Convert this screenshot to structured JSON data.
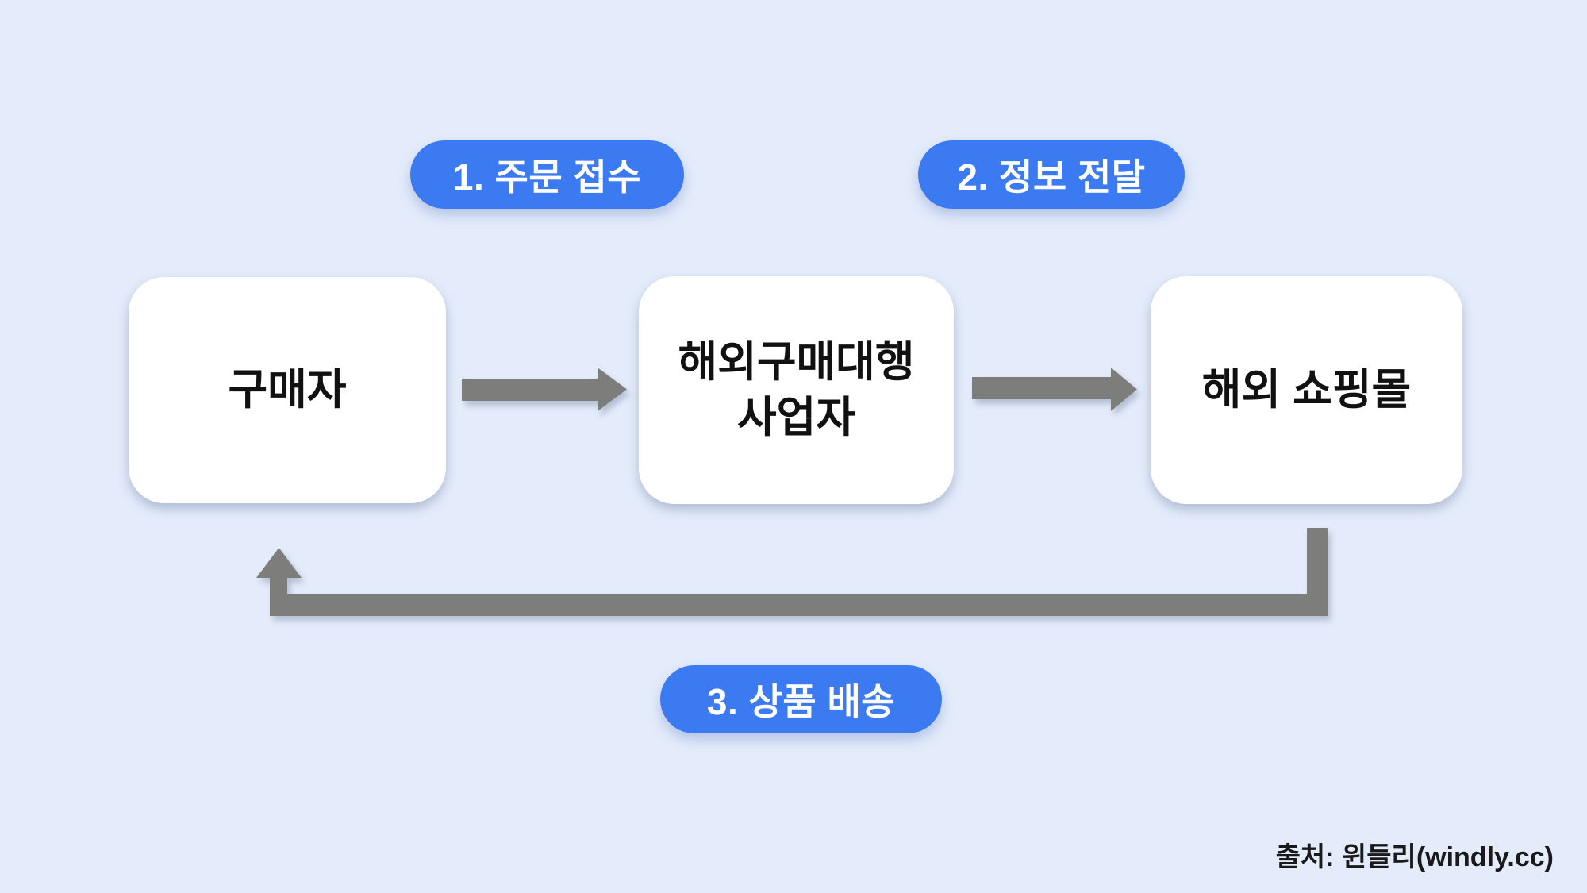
{
  "diagram": {
    "steps": [
      {
        "label": "1. 주문 접수"
      },
      {
        "label": "2. 정보 전달"
      },
      {
        "label": "3. 상품 배송"
      }
    ],
    "nodes": [
      {
        "label": "구매자"
      },
      {
        "label": "해외구매대행\n사업자"
      },
      {
        "label": "해외 쇼핑몰"
      }
    ],
    "source": "출처: 윈들리(windly.cc)",
    "icons": {
      "arrow_1": "right-arrow",
      "arrow_2": "right-arrow",
      "return_arrow": "l-shaped-return-arrow-up"
    },
    "colors": {
      "background": "#e4ecfb",
      "badge_blue": "#3b7af0",
      "badge_text": "#ffffff",
      "node_bg": "#ffffff",
      "node_text": "#111111",
      "arrow_gray": "#7d7d7c",
      "source_text": "#1a1a1a"
    }
  }
}
